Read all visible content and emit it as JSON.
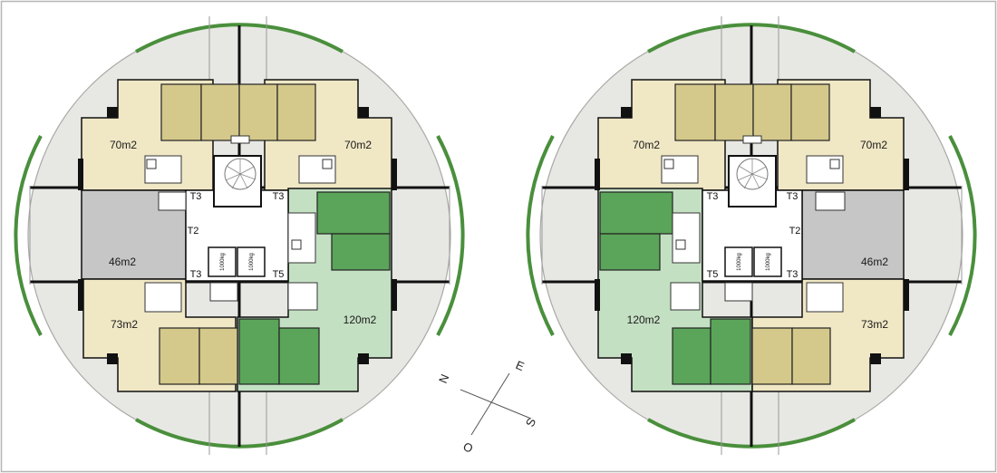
{
  "colors": {
    "background": "#ffffff",
    "frame": "#b5b5b5",
    "terrace": "#e7e8e3",
    "terrace_edge": "#a9aaa6",
    "green_rim": "#4a8f3c",
    "wall": "#111111",
    "beige_light": "#f0e7c5",
    "beige_room": "#d4c98b",
    "green_light": "#c4e0c3",
    "green_dark": "#5ba55a",
    "grey_unit": "#c6c6c6",
    "core": "#ffffff",
    "label": "#1a1a1a"
  },
  "buildings": [
    {
      "name": "left-tower",
      "units": [
        {
          "area": "70m2",
          "color": "beige"
        },
        {
          "area": "70m2",
          "color": "beige"
        },
        {
          "area": "46m2",
          "color": "grey"
        },
        {
          "area": "73m2",
          "color": "beige"
        },
        {
          "area": "120m2",
          "color": "green"
        }
      ],
      "core_labels": [
        "T3",
        "T3",
        "T2",
        "T3",
        "T5"
      ],
      "elevators": [
        "1000kg",
        "1000kg"
      ]
    },
    {
      "name": "right-tower",
      "units": [
        {
          "area": "70m2",
          "color": "beige"
        },
        {
          "area": "70m2",
          "color": "beige"
        },
        {
          "area": "46m2",
          "color": "grey"
        },
        {
          "area": "73m2",
          "color": "beige"
        },
        {
          "area": "120m2",
          "color": "green"
        }
      ],
      "core_labels": [
        "T3",
        "T3",
        "T2",
        "T5",
        "T3"
      ],
      "elevators": [
        "1000kg",
        "1000kg"
      ]
    }
  ],
  "compass": {
    "n": "N",
    "e": "E",
    "s": "S",
    "o": "O"
  }
}
